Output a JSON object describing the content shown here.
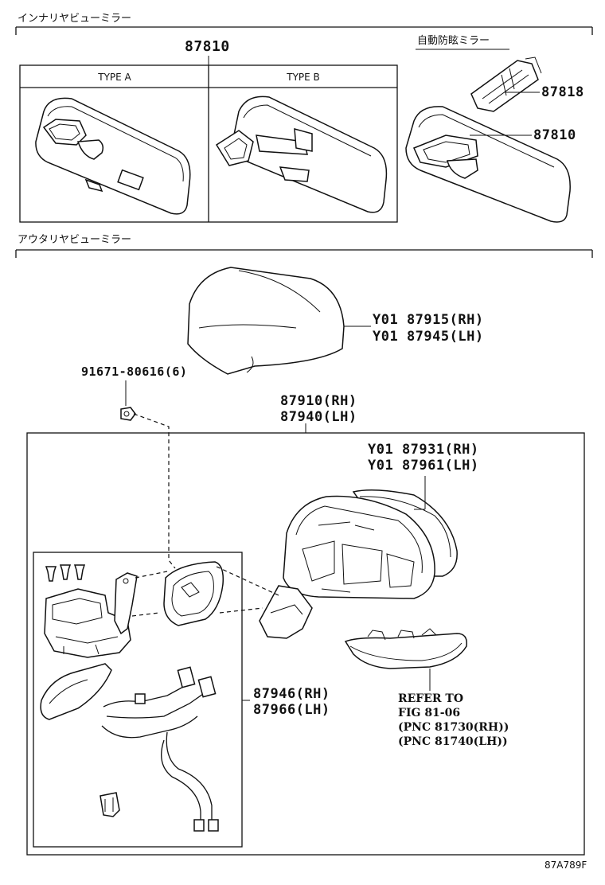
{
  "sections": {
    "inner": "インナリヤビューミラー",
    "outer": "アウタリヤビューミラー"
  },
  "inner_mirror": {
    "part_main": "87810",
    "type_a": "TYPE A",
    "type_b": "TYPE B",
    "auto_dimming_title": "自動防眩ミラー",
    "part_cover": "87818",
    "part_auto": "87810"
  },
  "outer_mirror": {
    "cover_rh": "Y01 87915(RH)",
    "cover_lh": "Y01 87945(LH)",
    "nut": "91671-80616(6)",
    "assy_rh": "87910(RH)",
    "assy_lh": "87940(LH)",
    "housing_rh": "Y01 87931(RH)",
    "housing_lh": "Y01 87961(LH)",
    "motor_rh": "87946(RH)",
    "motor_lh": "87966(LH)",
    "refer_1": "REFER TO",
    "refer_2": "FIG 81-06",
    "refer_3": "(PNC 81730(RH))",
    "refer_4": "(PNC 81740(LH))"
  },
  "diagram_code": "87A789F"
}
